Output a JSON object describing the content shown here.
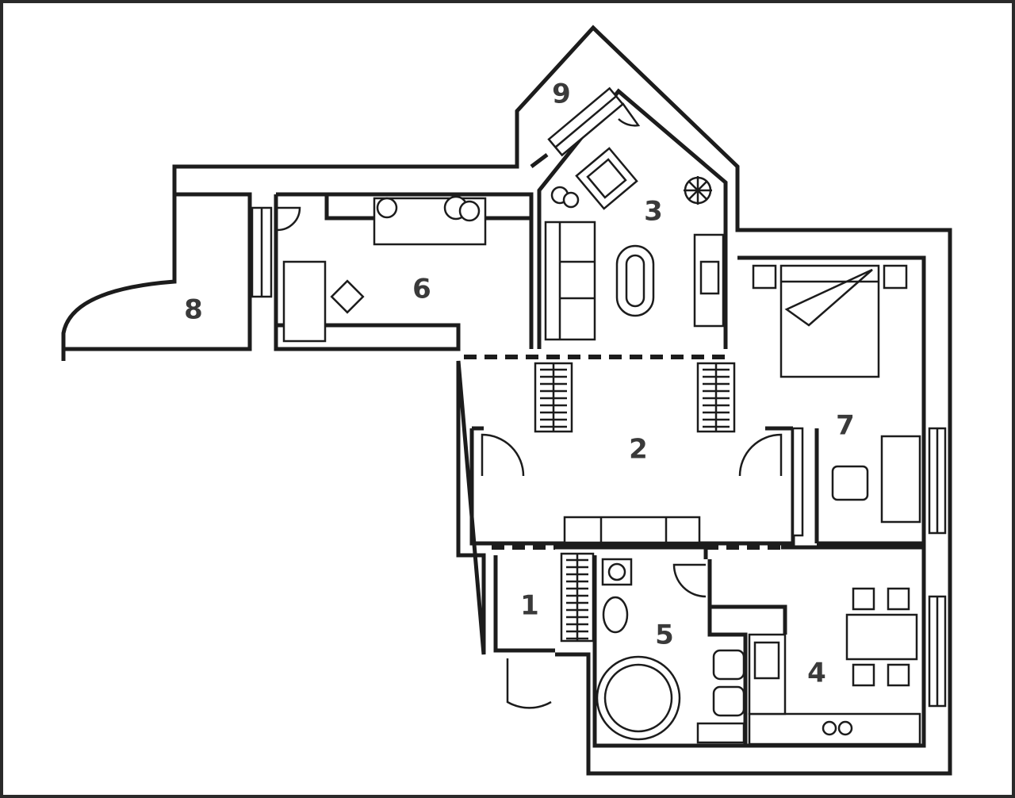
{
  "rooms": [
    {
      "id": "room-1",
      "label": "1"
    },
    {
      "id": "room-2",
      "label": "2"
    },
    {
      "id": "room-3",
      "label": "3"
    },
    {
      "id": "room-4",
      "label": "4"
    },
    {
      "id": "room-5",
      "label": "5"
    },
    {
      "id": "room-6",
      "label": "6"
    },
    {
      "id": "room-7",
      "label": "7"
    },
    {
      "id": "room-8",
      "label": "8"
    },
    {
      "id": "room-9",
      "label": "9"
    }
  ],
  "colors": {
    "line": "#1c1c1c",
    "label": "#3a3a3a",
    "background": "#ffffff"
  }
}
